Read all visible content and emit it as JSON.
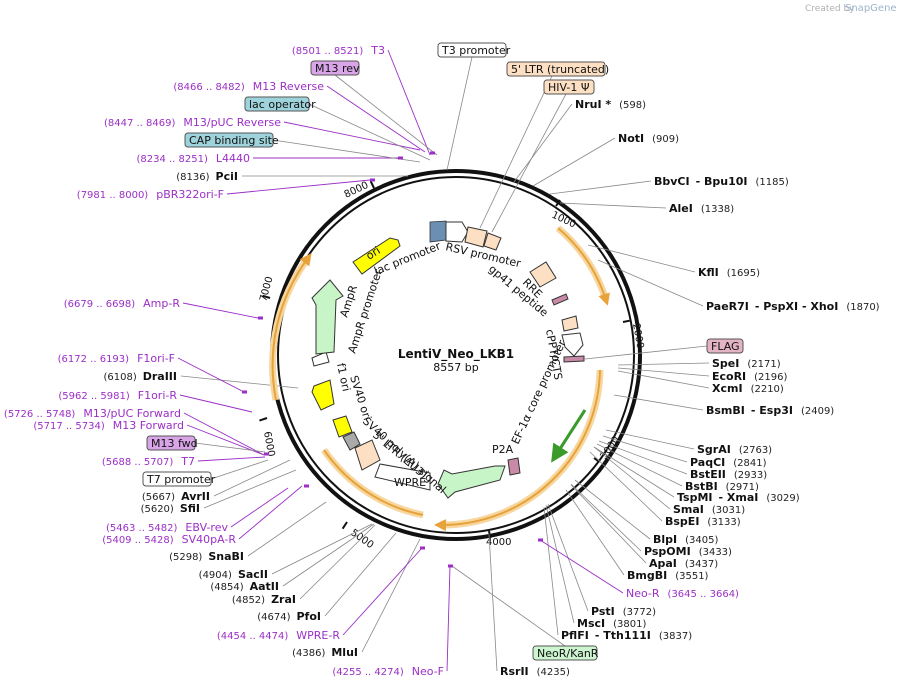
{
  "plasmid": {
    "name": "LentiV_Neo_LKB1",
    "length_label": "8557 bp"
  },
  "credit": {
    "text": "Created by",
    "brand": "SnapGene"
  },
  "ticks": [
    "1000",
    "2000",
    "3000",
    "4000",
    "5000",
    "6000",
    "7000",
    "8000"
  ],
  "enzymes_right": [
    {
      "name": "NruI *",
      "pos": "(598)"
    },
    {
      "name": "NotI",
      "pos": "(909)"
    },
    {
      "name": "BbvCI",
      "alt": "- Bpu10I",
      "pos": "(1185)"
    },
    {
      "name": "AleI",
      "pos": "(1338)"
    },
    {
      "name": "KflI",
      "pos": "(1695)"
    },
    {
      "name": "PaeR7I",
      "alt": "- PspXI   - XhoI",
      "pos": "(1870)"
    },
    {
      "name": "SpeI",
      "pos": "(2171)"
    },
    {
      "name": "EcoRI",
      "pos": "(2196)"
    },
    {
      "name": "XcmI",
      "pos": "(2210)"
    },
    {
      "name": "BsmBI",
      "alt": "- Esp3I",
      "pos": "(2409)"
    },
    {
      "name": "SgrAI",
      "pos": "(2763)"
    },
    {
      "name": "PaqCI",
      "pos": "(2841)"
    },
    {
      "name": "BstEII",
      "pos": "(2933)"
    },
    {
      "name": "BstBI",
      "pos": "(2971)"
    },
    {
      "name": "TspMI",
      "alt": "- XmaI",
      "pos": "(3029)"
    },
    {
      "name": "SmaI",
      "pos": "(3031)"
    },
    {
      "name": "BspEI",
      "pos": "(3133)"
    },
    {
      "name": "BlpI",
      "pos": "(3405)"
    },
    {
      "name": "PspOMI",
      "pos": "(3433)"
    },
    {
      "name": "ApaI",
      "pos": "(3437)"
    },
    {
      "name": "BmgBI",
      "pos": "(3551)"
    },
    {
      "name": "PstI",
      "pos": "(3772)"
    },
    {
      "name": "MscI",
      "pos": "(3801)"
    },
    {
      "name": "PflFI",
      "alt": "- Tth111I",
      "pos": "(3837)"
    },
    {
      "name": "RsrII",
      "pos": "(4235)"
    }
  ],
  "enzymes_left": [
    {
      "name": "PciI",
      "pos": "(8136)"
    },
    {
      "name": "DraIII",
      "pos": "(6108)"
    },
    {
      "name": "AvrII",
      "pos": "(5667)"
    },
    {
      "name": "SfiI",
      "pos": "(5620)"
    },
    {
      "name": "SnaBI",
      "pos": "(5298)"
    },
    {
      "name": "SacII",
      "pos": "(4904)"
    },
    {
      "name": "AatII",
      "pos": "(4854)"
    },
    {
      "name": "ZraI",
      "pos": "(4852)"
    },
    {
      "name": "PfoI",
      "pos": "(4674)"
    },
    {
      "name": "MluI",
      "pos": "(4386)"
    }
  ],
  "primers": [
    {
      "name": "T3",
      "range": "(8501 .. 8521)"
    },
    {
      "name": "M13 Reverse",
      "range": "(8466 .. 8482)"
    },
    {
      "name": "M13/pUC Reverse",
      "range": "(8447 .. 8469)"
    },
    {
      "name": "L4440",
      "range": "(8234 .. 8251)"
    },
    {
      "name": "pBR322ori-F",
      "range": "(7981 .. 8000)"
    },
    {
      "name": "Amp-R",
      "range": "(6679 .. 6698)"
    },
    {
      "name": "F1ori-F",
      "range": "(6172 .. 6193)"
    },
    {
      "name": "F1ori-R",
      "range": "(5962 .. 5981)"
    },
    {
      "name": "M13/pUC Forward",
      "range": "(5726 .. 5748)"
    },
    {
      "name": "M13 Forward",
      "range": "(5717 .. 5734)"
    },
    {
      "name": "T7",
      "range": "(5688 .. 5707)"
    },
    {
      "name": "EBV-rev",
      "range": "(5463 .. 5482)"
    },
    {
      "name": "SV40pA-R",
      "range": "(5409 .. 5428)"
    },
    {
      "name": "WPRE-R",
      "range": "(4454 .. 4474)"
    },
    {
      "name": "Neo-F",
      "range": "(4255 .. 4274)"
    },
    {
      "name": "Neo-R",
      "range": "(3645 .. 3664)"
    }
  ],
  "boxed_labels": {
    "t3_promoter": "T3 promoter",
    "m13_rev": "M13 rev",
    "ltr5": "5' LTR (truncated)",
    "hiv_psi": "HIV-1 Ψ",
    "lac_operator": "lac operator",
    "cap_site": "CAP binding site",
    "flag": "FLAG",
    "m13_fwd": "M13 fwd",
    "t7_promoter": "T7 promoter",
    "neor_kanr": "NeoR/KanR"
  },
  "inner_features": {
    "lac_promoter": "lac promoter",
    "rsv_promoter": "RSV promoter",
    "rre": "RRE",
    "gp41": "gp41 peptide",
    "cppt": "cPPT/CTS",
    "ef1a": "EF-1α core promoter",
    "p2a": "P2A",
    "wpre": "WPRE",
    "ltr3": "3' LTR (ΔU3)",
    "sv40pa": "SV40 poly(A) signal",
    "sv40ori": "SV40 ori",
    "f1ori": "f1 ori",
    "ampr_promoter": "AmpR promoter",
    "ampr": "AmpR",
    "ori": "ori"
  },
  "colors": {
    "cds_green": "#c8f5c8",
    "orange_feature": "#fde0c4",
    "orf_orange": "#e8a23a",
    "ori_yellow": "#ffff00",
    "primer_purple": "#9b2fc6",
    "teal_box": "#9fd3db",
    "pink_box": "#e5b4c4",
    "violet_box": "#d9a5e8",
    "neo_box": "#cdf5cf"
  }
}
